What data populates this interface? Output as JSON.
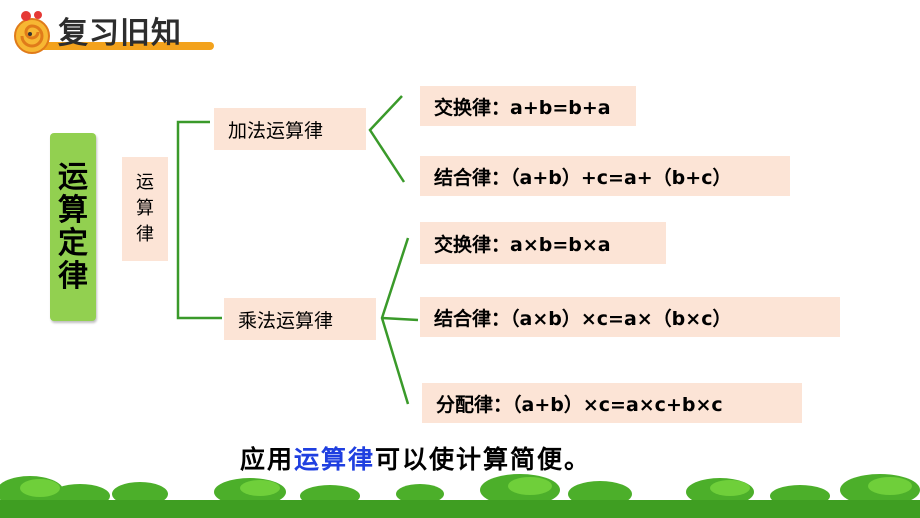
{
  "header": {
    "title": "复习旧知"
  },
  "diagram": {
    "root": [
      "运",
      "算",
      "定",
      "律"
    ],
    "sub": [
      "运",
      "算",
      "律"
    ],
    "addition": {
      "label": "加法运算律",
      "rules": [
        "交换律：a+b=b+a",
        "结合律：（a+b）+c=a+（b+c）"
      ]
    },
    "multiplication": {
      "label": "乘法运算律",
      "rules": [
        "交换律：a×b=b×a",
        "结合律：（a×b）×c=a×（b×c）",
        "分配律：（a+b）×c=a×c+b×c"
      ]
    }
  },
  "note": {
    "prefix": "应用",
    "highlight": "运算律",
    "suffix": "可以使计算简便。"
  },
  "colors": {
    "root_fill": "#92d050",
    "box_fill": "#fce4d6",
    "connector": "#3a9a2a",
    "highlight": "#1f3fe0",
    "header_bar": "#f3a21c"
  }
}
